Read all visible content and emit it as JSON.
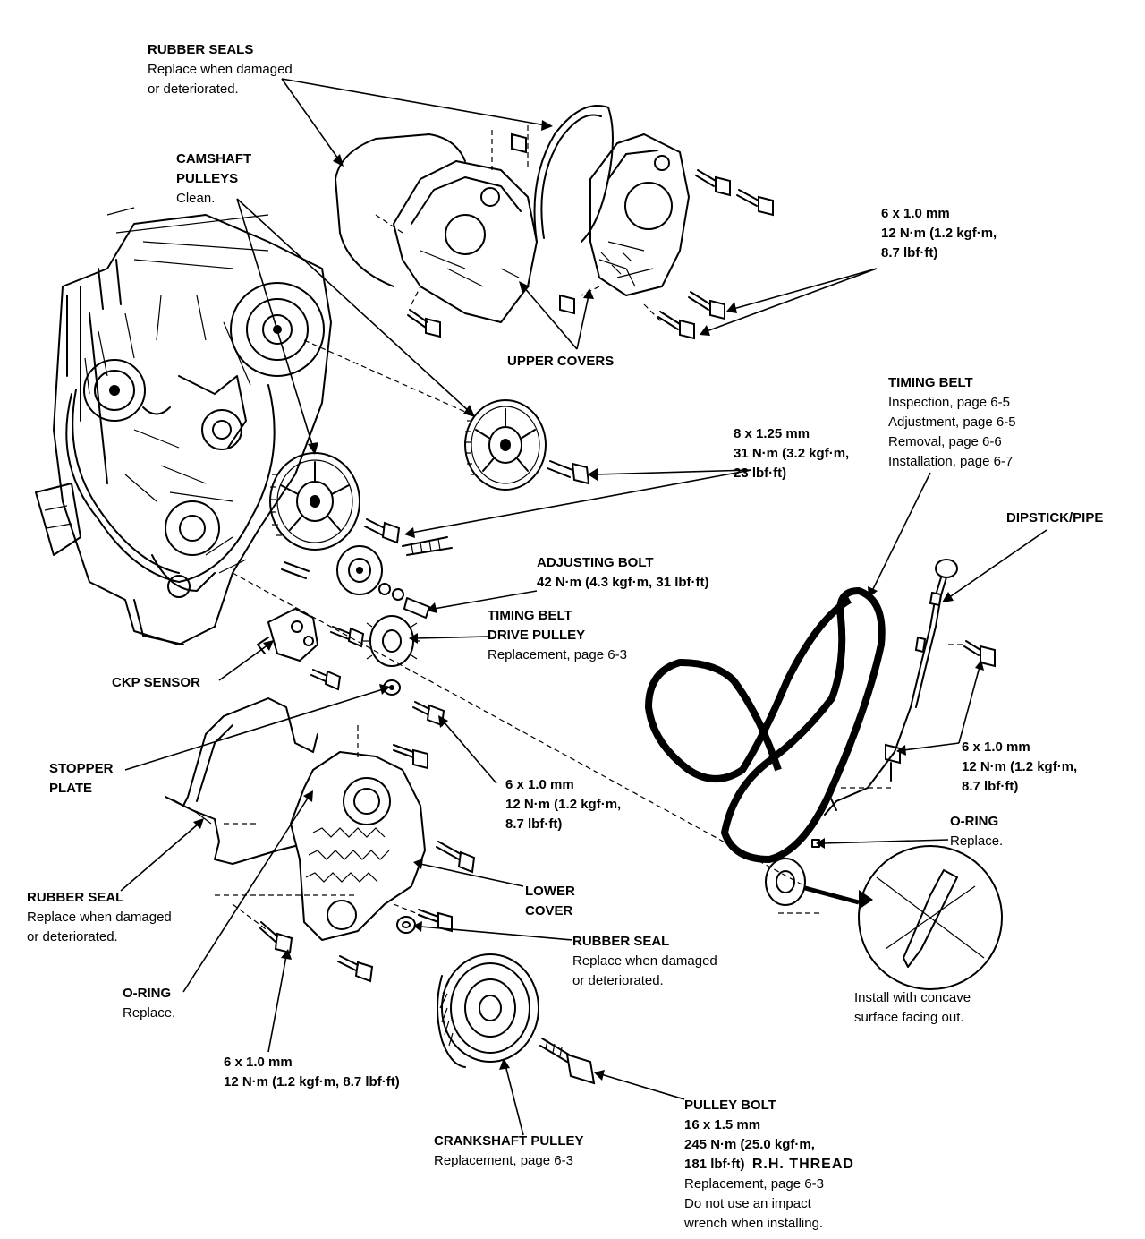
{
  "labels": {
    "rubber_seals": {
      "title": "RUBBER SEALS",
      "lines": [
        "Replace when damaged",
        "or deteriorated."
      ]
    },
    "camshaft_pulleys": {
      "title": [
        "CAMSHAFT",
        "PULLEYS"
      ],
      "note": "Clean."
    },
    "torque_upper_right": {
      "lines": [
        "6 x 1.0 mm",
        "12 N·m (1.2 kgf·m,",
        "8.7 lbf·ft)"
      ]
    },
    "upper_covers": {
      "title": "UPPER COVERS"
    },
    "timing_belt": {
      "title": "TIMING BELT",
      "lines": [
        "Inspection, page 6-5",
        "Adjustment, page 6-5",
        "Removal, page 6-6",
        "Installation, page 6-7"
      ]
    },
    "torque_cam_bolt": {
      "lines": [
        "8 x 1.25 mm",
        "31 N·m (3.2 kgf·m,",
        "23 lbf·ft)"
      ]
    },
    "dipstick_pipe": {
      "title": "DIPSTICK/PIPE"
    },
    "adjusting_bolt": {
      "title": "ADJUSTING BOLT",
      "spec": "42 N·m (4.3 kgf·m, 31 lbf·ft)"
    },
    "drive_pulley": {
      "title": [
        "TIMING BELT",
        "DRIVE PULLEY"
      ],
      "note": "Replacement, page 6-3"
    },
    "ckp_sensor": {
      "title": "CKP SENSOR"
    },
    "torque_dipstick": {
      "lines": [
        "6 x 1.0 mm",
        "12 N·m (1.2 kgf·m,",
        "8.7 lbf·ft)"
      ]
    },
    "stopper_plate": {
      "title": [
        "STOPPER",
        "PLATE"
      ]
    },
    "torque_lower_mid": {
      "lines": [
        "6 x 1.0 mm",
        "12 N·m (1.2 kgf·m,",
        "8.7 lbf·ft)"
      ]
    },
    "o_ring_right": {
      "title": "O-RING",
      "note": "Replace."
    },
    "lower_cover": {
      "title": [
        "LOWER",
        "COVER"
      ]
    },
    "rubber_seal_left": {
      "title": "RUBBER SEAL",
      "lines": [
        "Replace when damaged",
        "or deteriorated."
      ]
    },
    "rubber_seal_center": {
      "title": "RUBBER SEAL",
      "lines": [
        "Replace when damaged",
        "or deteriorated."
      ]
    },
    "o_ring_left": {
      "title": "O-RING",
      "note": "Replace."
    },
    "washer_note": {
      "lines": [
        "Install with concave",
        "surface facing out."
      ]
    },
    "torque_bottom": {
      "lines": [
        "6 x 1.0 mm",
        "12 N·m (1.2 kgf·m, 8.7 lbf·ft)"
      ]
    },
    "crankshaft_pulley": {
      "title": "CRANKSHAFT PULLEY",
      "note": "Replacement, page 6-3"
    },
    "pulley_bolt": {
      "title": "PULLEY BOLT",
      "size": "16 x 1.5 mm",
      "spec": "245 N·m (25.0 kgf·m,",
      "spec2": "181 lbf·ft)",
      "thread": "R.H. THREAD",
      "lines": [
        "Replacement, page 6-3",
        "Do not use an impact",
        "wrench when installing."
      ]
    }
  }
}
